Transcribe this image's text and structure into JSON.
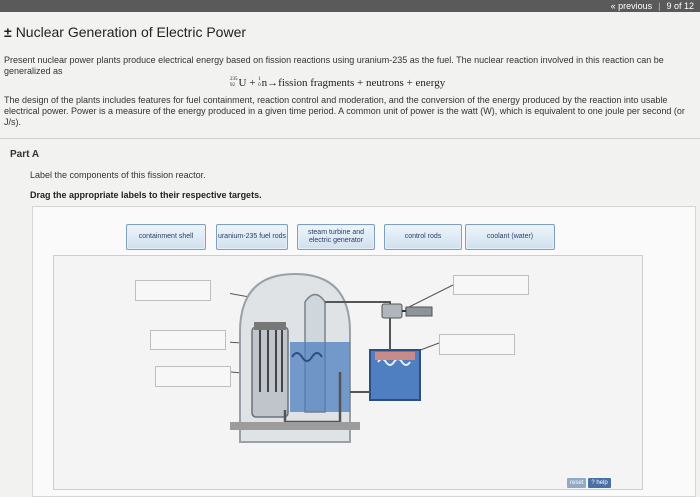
{
  "nav": {
    "previous_label": "« previous",
    "position": "9 of 12"
  },
  "header": {
    "toggle_symbol": "±",
    "title": "Nuclear Generation of Electric Power"
  },
  "intro": {
    "paragraph1": "Present nuclear power plants produce electrical energy based on fission reactions using uranium-235 as the fuel. The nuclear reaction involved in this reaction can be generalized as",
    "equation": {
      "u_mass": "235",
      "u_atomic": "92",
      "u_symbol": "U",
      "plus1": "+",
      "n_mass": "1",
      "n_atomic": "0",
      "n_symbol": "n",
      "rest": "→fission fragments + neutrons + energy"
    },
    "paragraph2": "The design of the plants includes features for fuel containment, reaction control and moderation, and the conversion of the energy produced by the reaction into usable electrical power. Power is a measure of the energy produced in a given time period. A common unit of power is the watt (W), which is equivalent to one joule per second (or J/s)."
  },
  "partA": {
    "heading": "Part A",
    "question": "Label the components of this fission reactor.",
    "instruction": "Drag the appropriate labels to their respective targets."
  },
  "labels": [
    {
      "text": "containment shell"
    },
    {
      "text": "uranium-235 fuel rods"
    },
    {
      "text": "steam turbine and electric generator"
    },
    {
      "text": "control rods"
    },
    {
      "text": "coolant (water)"
    }
  ],
  "controls": {
    "reset_label": "reset",
    "help_label": "? help"
  },
  "colors": {
    "topbar": "#5a5a5a",
    "label_text": "#2a3f66",
    "water": "#4f7fc0"
  }
}
